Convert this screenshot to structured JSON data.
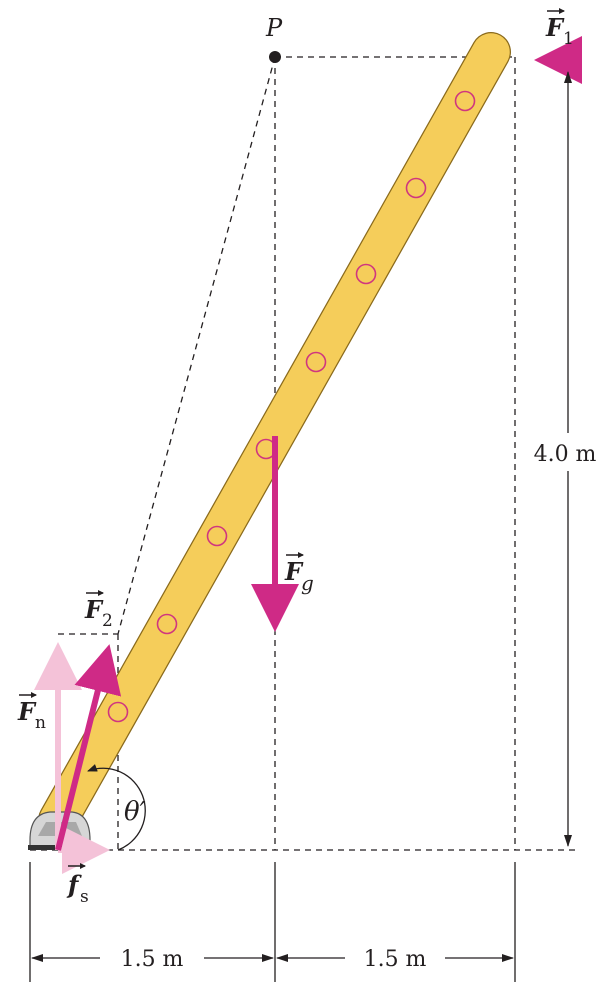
{
  "diagram": {
    "point_label": "P",
    "forces": {
      "F1": {
        "symbol": "F",
        "subscript": "1"
      },
      "F2": {
        "symbol": "F",
        "subscript": "2"
      },
      "Fg": {
        "symbol": "F",
        "subscript": "g"
      },
      "Fn": {
        "symbol": "F",
        "subscript": "n"
      },
      "fs": {
        "symbol": "f",
        "subscript": "s"
      }
    },
    "angle_label": "θ′",
    "dimensions": {
      "height": "4.0 m",
      "left_width": "1.5 m",
      "right_width": "1.5 m"
    },
    "colors": {
      "ladder_fill": "#f5cd5a",
      "ladder_edge": "#8a6a1c",
      "force_magenta": "#cf2a86",
      "force_pink_light": "#f4c2d8",
      "rung_circle": "#d0367f"
    }
  }
}
